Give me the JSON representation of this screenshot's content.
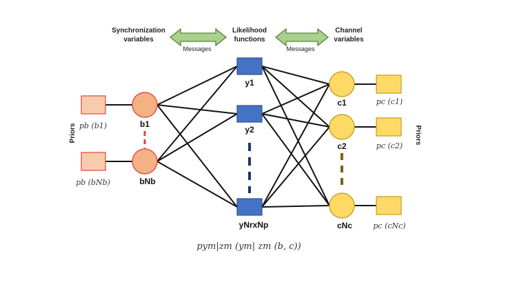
{
  "headers": {
    "sync_line1": "Synchronization",
    "sync_line2": "variables",
    "likelihood_line1": "Likelihood",
    "likelihood_line2": "functions",
    "channel_line1": "Channel",
    "channel_line2": "variables",
    "messages_left": "Messages",
    "messages_right": "Messages"
  },
  "side_labels": {
    "left": "Priors",
    "right": "Priors"
  },
  "sync_priors": [
    {
      "label": "p_b (b_1)",
      "text": "pb (b1)"
    },
    {
      "label": "p_b (b_Nb)",
      "text": "pb (bNb)"
    }
  ],
  "sync_nodes": [
    {
      "label": "b1"
    },
    {
      "label": "bNb"
    }
  ],
  "likelihood_nodes": [
    {
      "label": "y1"
    },
    {
      "label": "y2"
    },
    {
      "label": "yNrxNp"
    }
  ],
  "channel_nodes": [
    {
      "label": "c1"
    },
    {
      "label": "c2"
    },
    {
      "label": "cNc"
    }
  ],
  "channel_priors": [
    {
      "text": "pc (c1)"
    },
    {
      "text": "pc (c2)"
    },
    {
      "text": "pc (cNc)"
    }
  ],
  "formula": "pym|zm (ym| zm (b, c))",
  "colors": {
    "sync_fill": "#f4b183",
    "sync_stroke": "#e0504a",
    "prior_fill": "#f8cbad",
    "likelihood_fill": "#4472c4",
    "channel_fill": "#ffd966",
    "channel_stroke": "#c9a227",
    "arrow_fill": "#a9d18e",
    "arrow_stroke": "#548235"
  }
}
